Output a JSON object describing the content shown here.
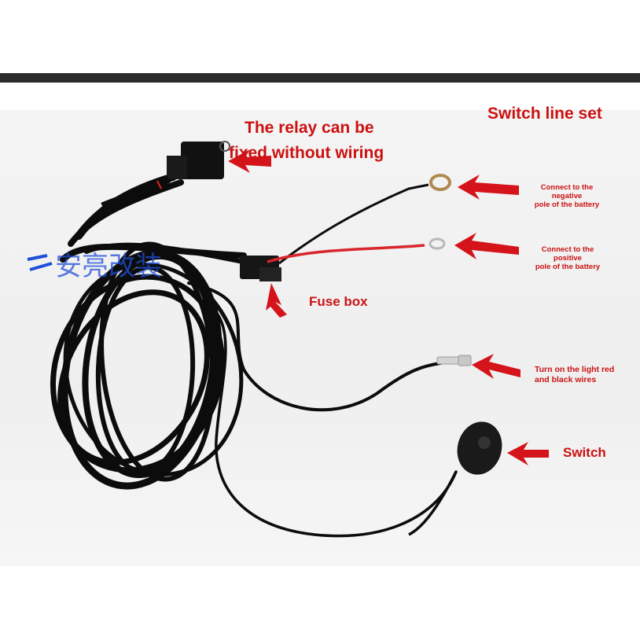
{
  "title": "Switch line set",
  "labels": {
    "relay_line1": "The relay can be",
    "relay_line2": "fixed without wiring",
    "negative_line1": "Connect to the negative",
    "negative_line2": "pole of the battery",
    "positive_line1": "Connect to the positive",
    "positive_line2": "pole of the battery",
    "fuse_box": "Fuse box",
    "light_line1": "Turn on the light red",
    "light_line2": "and black wires",
    "switch": "Switch"
  },
  "watermark": {
    "text": "安亮改装"
  },
  "colors": {
    "annotation": "#cc1111",
    "wire_black": "#0c0c0c",
    "wire_red": "#d8262b",
    "watermark": "#1f4fd8"
  },
  "icons": [
    "relay-box",
    "ring-terminal",
    "fuse-connector",
    "spade-terminal",
    "push-button-switch",
    "pointer-arrow"
  ]
}
